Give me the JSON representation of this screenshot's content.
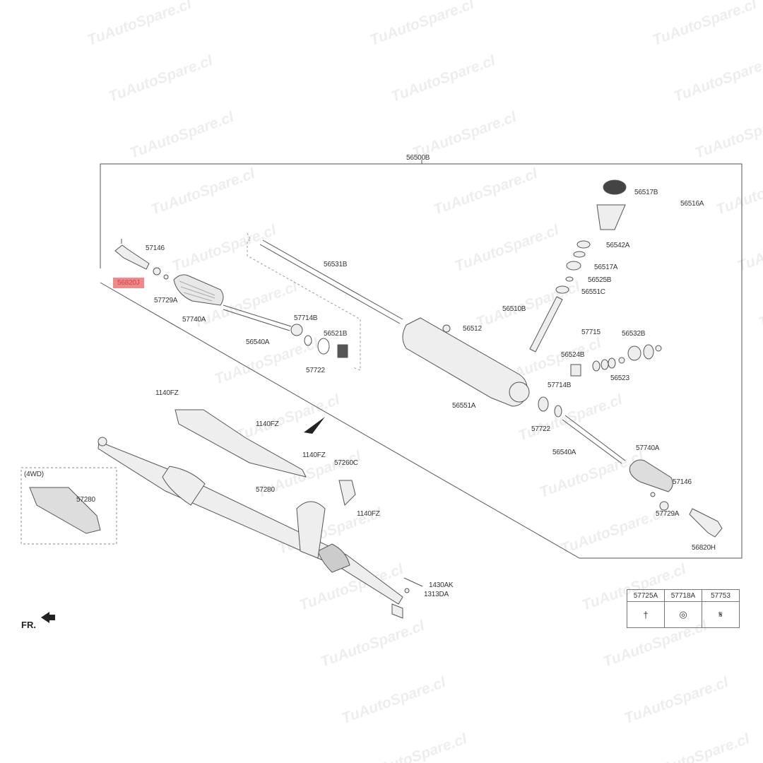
{
  "watermark": "TuAutoSpare.cl",
  "assembly_label": "56500B",
  "labels": [
    "56517B",
    "56516A",
    "56542A",
    "56517A",
    "56525B",
    "56551C",
    "56510B",
    "56512",
    "57715",
    "56532B",
    "56524B",
    "56523",
    "57714B",
    "56551A",
    "57722",
    "56540A",
    "57740A",
    "57146",
    "57729A",
    "56820H",
    "57146",
    "57729A",
    "57740A",
    "56531B",
    "57714B",
    "56521B",
    "56540A",
    "57722",
    "1140FZ",
    "1140FZ",
    "1140FZ",
    "57260C",
    "57280",
    "1140FZ",
    "57280",
    "1430AK",
    "1313DA"
  ],
  "highlighted_part": "56820J",
  "variant_label": "(4WD)",
  "direction_label": "FR.",
  "legend_table": {
    "headers": [
      "57725A",
      "57718A",
      "57753"
    ],
    "icons": [
      "bolt-icon",
      "washer-icon",
      "clip-icon"
    ]
  },
  "colors": {
    "highlight": "#f08a8a",
    "line": "#555555"
  }
}
